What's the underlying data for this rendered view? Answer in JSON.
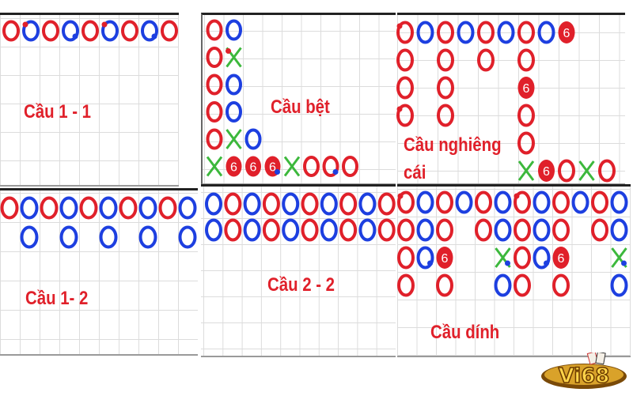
{
  "colors": {
    "red": "#e0202a",
    "blue": "#1d3fe0",
    "green": "#3cb83c",
    "grid": "#dcdcdc"
  },
  "panels": [
    {
      "id": "p1",
      "label": "Cầu 1 - 1",
      "cells": [
        [
          "R",
          "Br",
          "R",
          "Bb",
          "R",
          "Br",
          "R",
          "Bb",
          "R"
        ]
      ]
    },
    {
      "id": "p2",
      "label": "Cầu bệt",
      "cells": [
        [
          "R",
          "B"
        ],
        [
          "R",
          "Xr"
        ],
        [
          "R",
          "B"
        ],
        [
          "R",
          "B"
        ],
        [
          "R",
          "X",
          "B"
        ],
        [
          "X",
          "6",
          "6",
          "6b",
          "X",
          "R",
          "Rb",
          "R"
        ]
      ]
    },
    {
      "id": "p3",
      "label": "Cầu nghiêng",
      "label2": "cái",
      "cells": [
        [
          "r",
          "B",
          "R",
          "B",
          "R",
          "B",
          "R",
          "B",
          "6"
        ],
        [
          "R",
          ".",
          "R",
          ".",
          "R",
          ".",
          "R"
        ],
        [
          "R",
          ".",
          "R",
          ".",
          ".",
          ".",
          "6"
        ],
        [
          "r",
          ".",
          "R",
          ".",
          ".",
          ".",
          "R"
        ],
        [
          ".",
          ".",
          ".",
          ".",
          ".",
          ".",
          "R"
        ],
        [
          ".",
          ".",
          ".",
          ".",
          ".",
          ".",
          "X",
          "6",
          "R",
          "X",
          "R"
        ]
      ]
    },
    {
      "id": "p4",
      "label": "Cầu 1- 2",
      "cells": [
        [
          "R",
          "B",
          "R",
          "B",
          "R",
          "B",
          "R",
          "B",
          "R",
          "B"
        ],
        [
          ".",
          "B",
          ".",
          "B",
          ".",
          "B",
          ".",
          "B",
          ".",
          "B"
        ]
      ]
    },
    {
      "id": "p5",
      "label": "Cầu 2 - 2",
      "cells": [
        [
          "B",
          "R",
          "B",
          "R",
          "B",
          "R",
          "B",
          "R",
          "B",
          "R"
        ],
        [
          "B",
          "R",
          "B",
          "R",
          "B",
          "R",
          "B",
          "R",
          "B",
          "R"
        ]
      ]
    },
    {
      "id": "p6",
      "label": "Cầu dính",
      "cells": [
        [
          "r",
          "B",
          "R",
          "B",
          "R",
          "B",
          "r",
          "B",
          "R",
          "B",
          "R",
          "B"
        ],
        [
          "R",
          "B",
          "R",
          ".",
          "R",
          "B",
          "R",
          "B",
          "R",
          ".",
          "R",
          "B"
        ],
        [
          "R",
          "Bb",
          "6",
          ".",
          ".",
          "Xb",
          "R",
          "Bb",
          "6",
          ".",
          ".",
          "Xb"
        ],
        [
          "R",
          ".",
          "R",
          ".",
          ".",
          "B",
          "R",
          ".",
          "R",
          ".",
          ".",
          "B"
        ]
      ]
    }
  ],
  "logo": {
    "text": "Vi68"
  }
}
